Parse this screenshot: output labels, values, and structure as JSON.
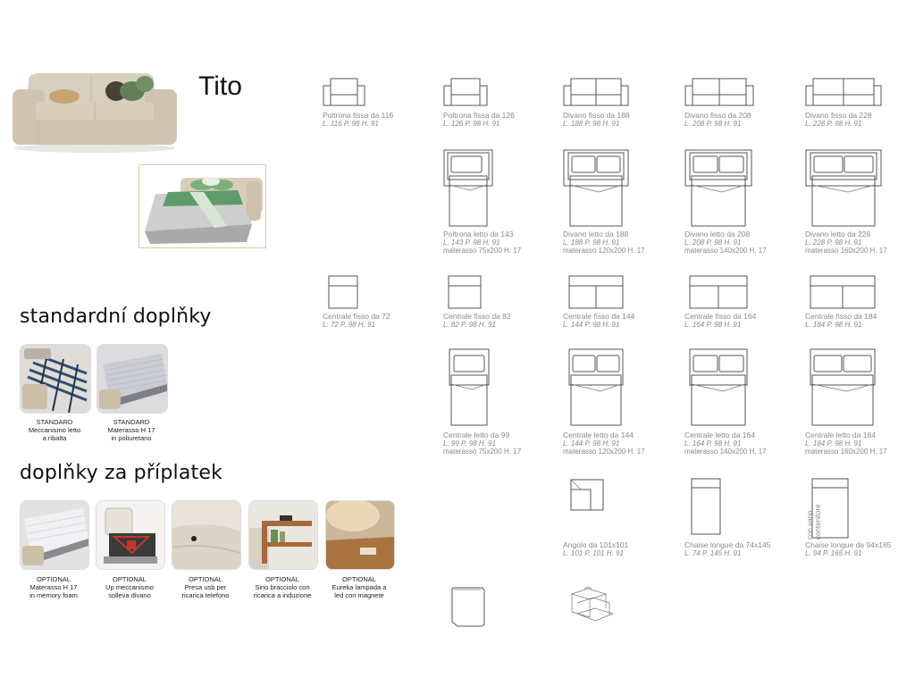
{
  "title": "Tito",
  "sections": {
    "standard": "standardní doplňky",
    "extra": "doplňky za příplatek"
  },
  "row1": [
    {
      "name": "Poltrona fissa da 116",
      "dims": "L. 116  P. 98  H. 91"
    },
    {
      "name": "Poltrona fissa da 126",
      "dims": "L. 126  P. 98  H. 91"
    },
    {
      "name": "Divano fisso da 188",
      "dims": "L. 188  P. 98  H. 91"
    },
    {
      "name": "Divano fisso da 208",
      "dims": "L. 208  P. 98  H. 91"
    },
    {
      "name": "Divano fisso da 228",
      "dims": "L. 228  P. 98  H. 91"
    }
  ],
  "row2": [
    {
      "name": "Poltrona letto da 143",
      "dims": "L. 143  P. 98  H. 91",
      "mat": "materasso 75x200 H. 17"
    },
    {
      "name": "Divano letto da 188",
      "dims": "L. 188  P. 98  H. 91",
      "mat": "materasso 120x200 H. 17"
    },
    {
      "name": "Divano letto da 208",
      "dims": "L. 208  P. 98  H. 91",
      "mat": "materasso 140x200 H. 17"
    },
    {
      "name": "Divano letto da 228",
      "dims": "L. 228  P. 98  H. 91",
      "mat": "materasso 160x200 H. 17"
    }
  ],
  "row3": [
    {
      "name": "Centrale fisso da 72",
      "dims": "L. 72  P. 98  H. 91"
    },
    {
      "name": "Centrale fisso da 82",
      "dims": "L. 82  P. 98  H. 91"
    },
    {
      "name": "Centrale fisso da 144",
      "dims": "L. 144  P. 98  H. 91"
    },
    {
      "name": "Centrale fisso da 164",
      "dims": "L. 164  P. 98  H. 91"
    },
    {
      "name": "Centrale fisso da 184",
      "dims": "L. 184  P. 98  H. 91"
    }
  ],
  "row4": [
    {
      "name": "Centrale letto da 99",
      "dims": "L. 99  P. 98  H. 91",
      "mat": "materasso 75x200 H. 17"
    },
    {
      "name": "Centrale letto da 144",
      "dims": "L. 144  P. 98  H. 91",
      "mat": "materasso 120x200 H. 17"
    },
    {
      "name": "Centrale letto da 164",
      "dims": "L. 164  P. 98  H. 91",
      "mat": "materasso 140x200 H. 17"
    },
    {
      "name": "Centrale letto da 184",
      "dims": "L. 184  P. 98  H. 91",
      "mat": "materasso 160x200 H. 17"
    }
  ],
  "row5": [
    {
      "name": "Angolo da 101x101",
      "dims": "L. 101  P. 101  H. 91"
    },
    {
      "name": "Chaise longue da 74x145",
      "dims": "L. 74  P. 145  H. 91"
    },
    {
      "name": "Chaise longue da 94x165",
      "dims": "L. 94  P. 165  H. 91"
    }
  ],
  "chaise_label": "con vano contenitore",
  "standard_tiles": [
    {
      "l1": "STANDARD",
      "l2": "Meccanismo letto",
      "l3": "a ribalta"
    },
    {
      "l1": "STANDARD",
      "l2": "Materasso H 17",
      "l3": "in poliuretano"
    }
  ],
  "optional_tiles": [
    {
      "l1": "OPTIONAL",
      "l2": "Materasso H 17",
      "l3": "in memory foam"
    },
    {
      "l1": "OPTIONAL",
      "l2": "Up meccanismo",
      "l3": "solleva divano"
    },
    {
      "l1": "OPTIONAL",
      "l2": "Presa usb per",
      "l3": "ricarica telefono"
    },
    {
      "l1": "OPTIONAL",
      "l2": "Sirio bracciolo con",
      "l3": "ricarica a induzione"
    },
    {
      "l1": "OPTIONAL",
      "l2": "Eureka lampada a",
      "l3": "led con magnete"
    }
  ]
}
